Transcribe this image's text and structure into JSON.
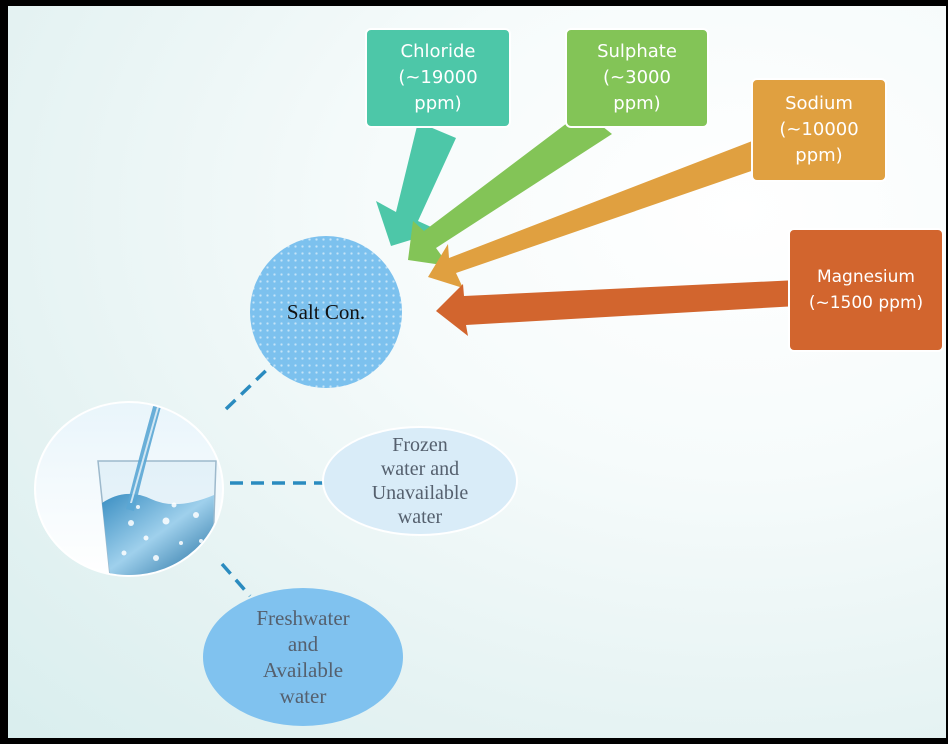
{
  "central_node": {
    "label": "Salt Con."
  },
  "salt_boxes": [
    {
      "name": "Chloride",
      "label": "Chloride\n(~19000\nppm)",
      "color": "#4dc7a8"
    },
    {
      "name": "Sulphate",
      "label": "Sulphate\n(~3000\nppm)",
      "color": "#83c457"
    },
    {
      "name": "Sodium",
      "label": "Sodium\n(~10000\nppm)",
      "color": "#e0a040"
    },
    {
      "name": "Magnesium",
      "label": "Magnesium\n(~1500 ppm)",
      "color": "#d2652e"
    }
  ],
  "water_nodes": {
    "frozen": {
      "label": "Frozen\nwater and\nUnavailable\nwater"
    },
    "fresh": {
      "label": "Freshwater\nand\nAvailable\nwater"
    }
  },
  "colors": {
    "connector": "#2a8bbf",
    "salt_circle": "#7cc1ee"
  },
  "icons": {
    "glass": "glass-of-water-icon"
  }
}
